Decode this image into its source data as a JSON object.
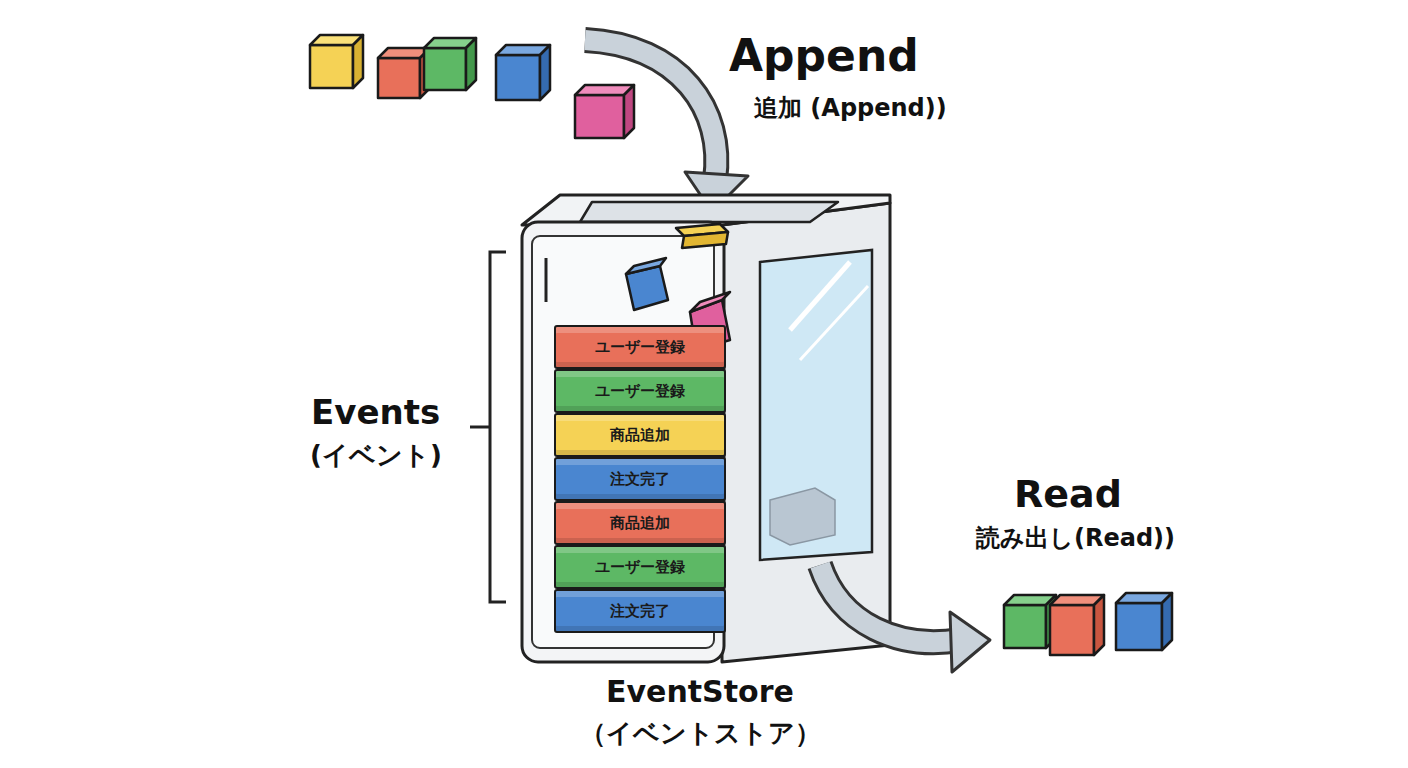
{
  "diagram": {
    "nodes": [
      {
        "text": [
          "EventStore",
          "（イベントストア）"
        ]
      },
      {
        "text": [
          "ユーザー登録"
        ],
        "in": 0
      },
      {
        "text": [
          "ユーザー登録"
        ],
        "in": 0
      },
      {
        "text": [
          "商品追加"
        ],
        "in": 0
      },
      {
        "text": [
          "注文完了"
        ],
        "in": 0
      },
      {
        "text": [
          "商品追加"
        ],
        "in": 0
      },
      {
        "text": [
          "ユーザー登録"
        ],
        "in": 0
      },
      {
        "text": [
          "注文完了"
        ],
        "in": 0
      }
    ],
    "labels": [
      "Append",
      "追加 (Append))",
      "Events",
      "(イベント)",
      "Read",
      "読み出し(Read))"
    ]
  }
}
